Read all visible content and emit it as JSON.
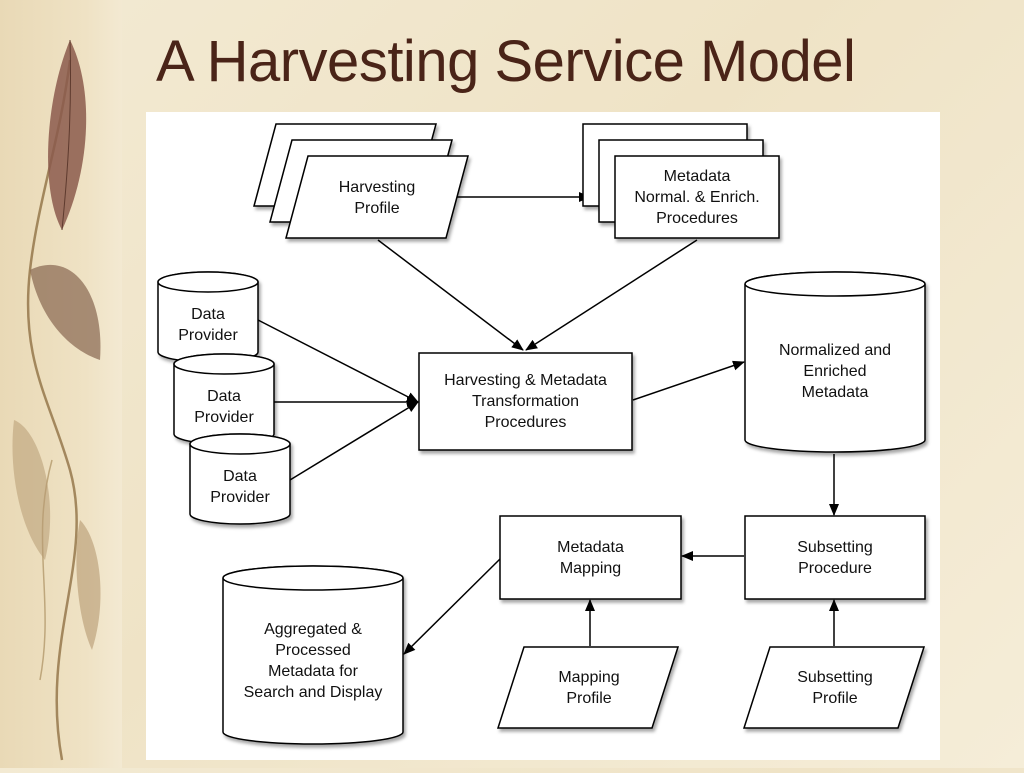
{
  "slide": {
    "title": "A Harvesting Service Model"
  },
  "diagram": {
    "nodes": {
      "harvesting_profile": "Harvesting\nProfile",
      "normalization_procedures": "Metadata\nNormal. & Enrich.\nProcedures",
      "data_provider_1": "Data\nProvider",
      "data_provider_2": "Data\nProvider",
      "data_provider_3": "Data\nProvider",
      "transformation_procedures": "Harvesting & Metadata\nTransformation\nProcedures",
      "normalized_metadata": "Normalized and\nEnriched\nMetadata",
      "metadata_mapping": "Metadata\nMapping",
      "subsetting_procedure": "Subsetting\nProcedure",
      "aggregated_metadata": "Aggregated &\nProcessed\nMetadata for\nSearch and Display",
      "mapping_profile": "Mapping\nProfile",
      "subsetting_profile": "Subsetting\nProfile"
    }
  }
}
